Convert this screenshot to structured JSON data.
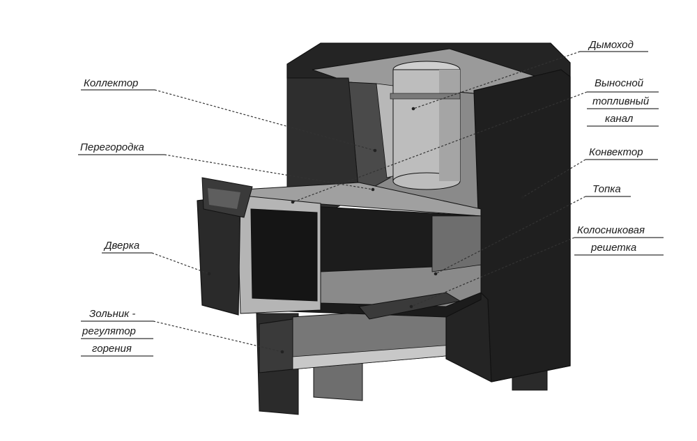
{
  "labels": {
    "chimney": "Дымоход",
    "collector": "Коллектор",
    "fuel_channel_1": "Выносной",
    "fuel_channel_2": "топливный",
    "fuel_channel_3": "канал",
    "partition": "Перегородка",
    "convector": "Конвектор",
    "firebox": "Топка",
    "grate_1": "Колосниковая",
    "grate_2": "решетка",
    "door": "Дверка",
    "ash_1": "Зольник -",
    "ash_2": "регулятор",
    "ash_3": "горения"
  }
}
